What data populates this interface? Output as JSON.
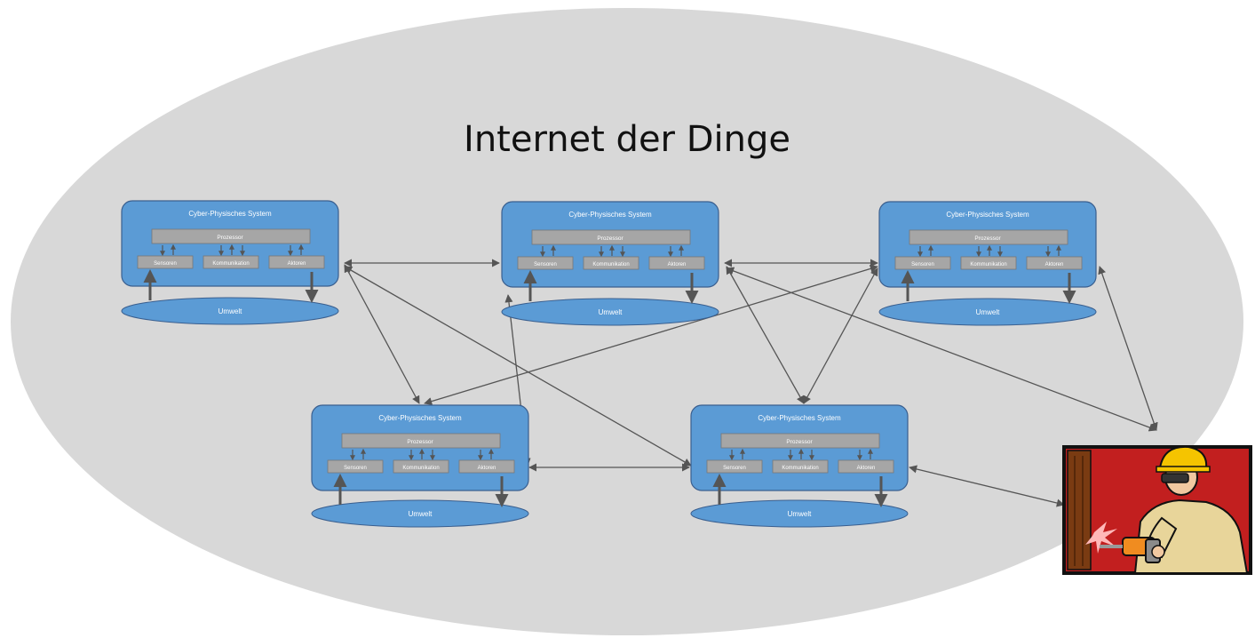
{
  "title": "Internet der Dinge",
  "colors": {
    "background": "#ffffff",
    "ellipse": "#d8d8d8",
    "cps_box": "#5b9bd5",
    "cps_border": "#3a5f8f",
    "bar": "#a6a6a6",
    "arrow": "#555555",
    "picture_border": "#111111",
    "picture_bg": "#c21f1f"
  },
  "cps_systems": [
    {
      "id": "cps-1",
      "title": "Cyber-Physisches System",
      "processor": "Prozessor",
      "modules": [
        "Sensoren",
        "Kommunikation",
        "Aktoren"
      ],
      "environment": "Umwelt"
    },
    {
      "id": "cps-2",
      "title": "Cyber-Physisches System",
      "processor": "Prozessor",
      "modules": [
        "Sensoren",
        "Kommunikation",
        "Aktoren"
      ],
      "environment": "Umwelt"
    },
    {
      "id": "cps-3",
      "title": "Cyber-Physisches System",
      "processor": "Prozessor",
      "modules": [
        "Sensoren",
        "Kommunikation",
        "Aktoren"
      ],
      "environment": "Umwelt"
    },
    {
      "id": "cps-4",
      "title": "Cyber-Physisches System",
      "processor": "Prozessor",
      "modules": [
        "Sensoren",
        "Kommunikation",
        "Aktoren"
      ],
      "environment": "Umwelt"
    },
    {
      "id": "cps-5",
      "title": "Cyber-Physisches System",
      "processor": "Prozessor",
      "modules": [
        "Sensoren",
        "Kommunikation",
        "Aktoren"
      ],
      "environment": "Umwelt"
    }
  ],
  "worker_icon": "construction-worker-with-drill-icon"
}
